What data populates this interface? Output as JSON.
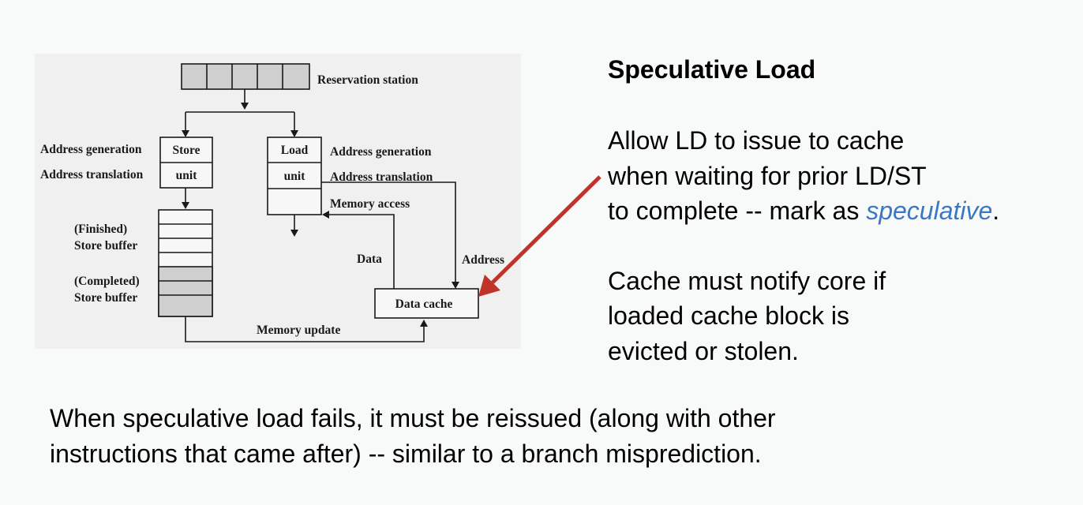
{
  "diagram": {
    "reservation_station": "Reservation station",
    "store_unit": {
      "line1": "Store",
      "line2": "unit"
    },
    "load_unit": {
      "line1": "Load",
      "line2": "unit"
    },
    "left_address_generation": "Address generation",
    "left_address_translation": "Address translation",
    "right_address_generation": "Address generation",
    "right_address_translation": "Address translation",
    "memory_access": "Memory access",
    "finished_buffer": {
      "line1": "(Finished)",
      "line2": "Store buffer"
    },
    "completed_buffer": {
      "line1": "(Completed)",
      "line2": "Store buffer"
    },
    "data_label": "Data",
    "address_label": "Address",
    "data_cache": "Data cache",
    "memory_update": "Memory update"
  },
  "side": {
    "title": "Speculative Load",
    "para1": {
      "line1": "Allow LD to issue to cache",
      "line2": "when waiting for prior LD/ST",
      "line3_prefix": "to complete -- mark as ",
      "line3_emphasis": "speculative",
      "line3_suffix": "."
    },
    "para2": {
      "line1": "Cache must notify core if",
      "line2": "loaded cache block is",
      "line3": "evicted or stolen."
    }
  },
  "bottom": {
    "line1": "When speculative load fails, it must be reissued (along with other",
    "line2": "instructions that came after) -- similar to a branch misprediction."
  },
  "colors": {
    "accent": "#3a78c3",
    "pointer_arrow": "#c0332b"
  }
}
